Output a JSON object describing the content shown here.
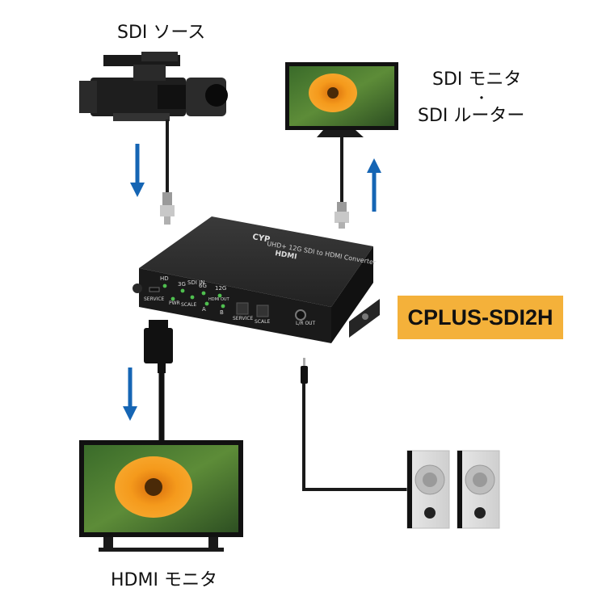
{
  "labels": {
    "sdi_source": "SDI ソース",
    "sdi_monitor": "SDI モニタ",
    "separator": "・",
    "sdi_router": "SDI ルーター",
    "hdmi_monitor": "HDMI モニタ"
  },
  "model": "CPLUS-SDI2H",
  "device": {
    "brand": "CYP",
    "top_title": "UHD+ 12G SDI to HDMI Converter",
    "top_logo": "HDMI",
    "front_labels": {
      "hd": "HD",
      "sdi_in": "SDI IN",
      "3g": "3G",
      "6g": "6G",
      "12g": "12G",
      "hdmi_out": "HDMI OUT",
      "service": "SERVICE",
      "pwr": "PWR",
      "scale": "SCALE",
      "a": "A",
      "b": "B",
      "service_btn": "SERVICE",
      "scale_btn": "SCALE",
      "lr_out": "L/R OUT"
    }
  },
  "colors": {
    "arrow": "#1565b4",
    "badge": "#f4b13a",
    "cable": "#1a1a1a",
    "device_body": "#1f1f1f"
  }
}
